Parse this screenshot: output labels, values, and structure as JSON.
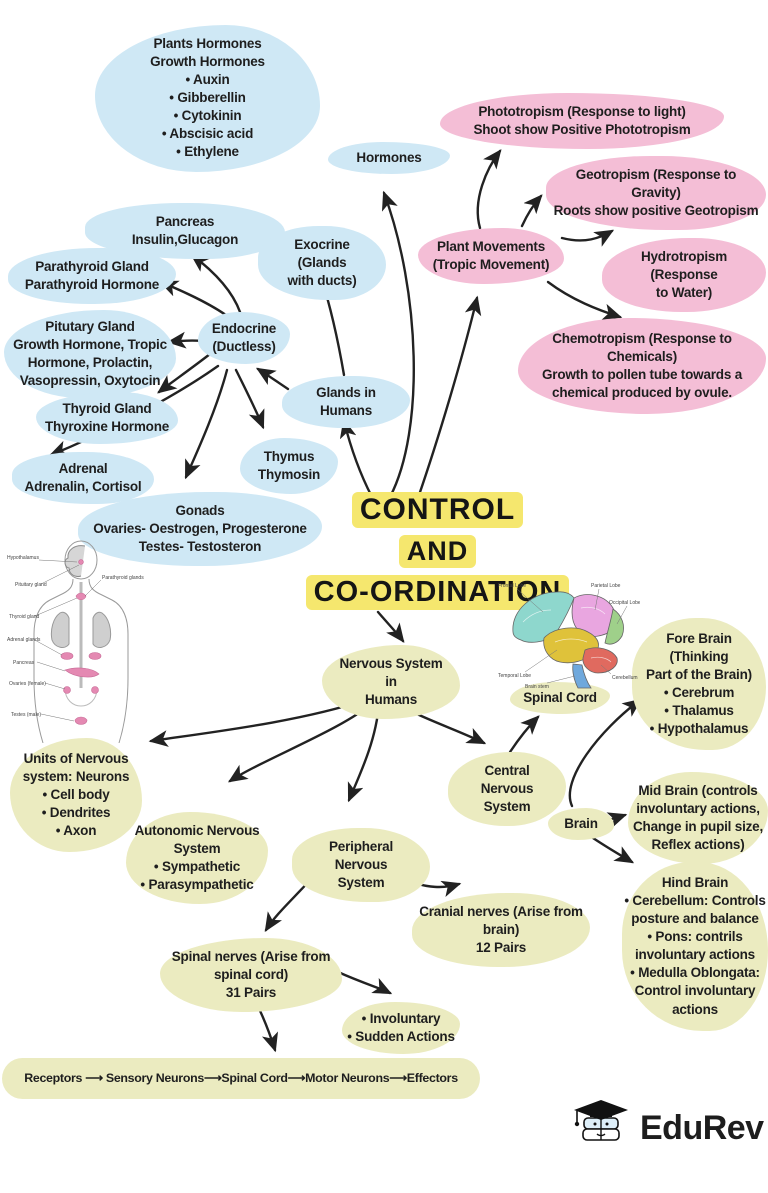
{
  "colors": {
    "blue": "#cfe8f5",
    "pink": "#f4bed6",
    "yellow": "#ebebc0",
    "highlight": "#f5e76e",
    "arrow": "#222222",
    "text": "#1e1e1e"
  },
  "title": {
    "lines": [
      "CONTROL",
      "AND",
      "CO-ORDINATION"
    ]
  },
  "nodes": {
    "plants_hormones": {
      "lines": [
        "Plants Hormones",
        "Growth Hormones",
        "• Auxin",
        "• Gibberellin",
        "• Cytokinin",
        "• Abscisic acid",
        "• Ethylene"
      ]
    },
    "hormones": {
      "lines": [
        "Hormones"
      ]
    },
    "pancreas": {
      "lines": [
        "Pancreas",
        "Insulin,Glucagon"
      ]
    },
    "parathyroid": {
      "lines": [
        "Parathyroid Gland",
        "Parathyroid Hormone"
      ]
    },
    "pituitary": {
      "lines": [
        "Pitutary Gland",
        "Growth Hormone, Tropic",
        "Hormone, Prolactin,",
        "Vasopressin, Oxytocin"
      ]
    },
    "endocrine": {
      "lines": [
        "Endocrine",
        "(Ductless)"
      ]
    },
    "exocrine": {
      "lines": [
        "Exocrine (Glands",
        "with ducts)"
      ]
    },
    "glands_humans": {
      "lines": [
        "Glands in Humans"
      ]
    },
    "thyroid": {
      "lines": [
        "Thyroid Gland",
        "Thyroxine Hormone"
      ]
    },
    "thymus": {
      "lines": [
        "Thymus",
        "Thymosin"
      ]
    },
    "adrenal": {
      "lines": [
        "Adrenal",
        "Adrenalin, Cortisol"
      ]
    },
    "gonads": {
      "lines": [
        "Gonads",
        "Ovaries- Oestrogen, Progesterone",
        "Testes- Testosteron"
      ]
    },
    "phototropism": {
      "lines": [
        "Phototropism (Response to light)",
        "Shoot show Positive Phototropism"
      ]
    },
    "geotropism": {
      "lines": [
        "Geotropism (Response to Gravity)",
        "Roots show positive Geotropism"
      ]
    },
    "plant_movements": {
      "lines": [
        "Plant Movements",
        "(Tropic Movement)"
      ]
    },
    "hydrotropism": {
      "lines": [
        "Hydrotropism (Response",
        "to Water)"
      ]
    },
    "chemotropism": {
      "lines": [
        "Chemotropism (Response to Chemicals)",
        "Growth to pollen tube towards a",
        "chemical produced by ovule."
      ]
    },
    "nervous_system": {
      "lines": [
        "Nervous System in",
        "Humans"
      ]
    },
    "spinal_cord": {
      "lines": [
        "Spinal Cord"
      ]
    },
    "fore_brain": {
      "lines": [
        "Fore Brain (Thinking",
        "Part of the Brain)",
        "• Cerebrum",
        "• Thalamus",
        "• Hypothalamus"
      ]
    },
    "cns": {
      "lines": [
        "Central Nervous",
        "System"
      ]
    },
    "brain": {
      "lines": [
        "Brain"
      ]
    },
    "mid_brain": {
      "lines": [
        "Mid Brain (controls",
        "involuntary actions,",
        "Change in pupil size,",
        "Reflex actions)"
      ]
    },
    "hind_brain": {
      "lines": [
        "Hind Brain",
        "• Cerebellum: Controls",
        "posture and balance",
        "• Pons: contrils",
        "involuntary actions",
        "• Medulla Oblongata:",
        "Control involuntary",
        "actions"
      ]
    },
    "units_neurons": {
      "lines": [
        "Units of Nervous",
        "system: Neurons",
        "• Cell body",
        "• Dendrites",
        "• Axon"
      ]
    },
    "autonomic": {
      "lines": [
        "Autonomic Nervous",
        "System",
        "• Sympathetic",
        "• Parasympathetic"
      ]
    },
    "peripheral": {
      "lines": [
        "Peripheral Nervous",
        "System"
      ]
    },
    "cranial": {
      "lines": [
        "Cranial nerves (Arise from",
        "brain)",
        "12 Pairs"
      ]
    },
    "spinal_nerves": {
      "lines": [
        "Spinal nerves (Arise from",
        "spinal cord)",
        "31 Pairs"
      ]
    },
    "involuntary": {
      "lines": [
        "• Involuntary",
        "• Sudden Actions"
      ]
    },
    "reflex_chain": {
      "lines": [
        "Receptors ⟶ Sensory Neurons⟶Spinal Cord⟶Motor Neurons⟶Effectors"
      ]
    }
  },
  "figures": {
    "anatomy": {
      "labels": [
        "Hypothalamus",
        "Pituitary gland",
        "Parathyroid glands",
        "Thyroid gland",
        "Adrenal glands",
        "Pancreas",
        "Ovaries (female)",
        "Testes (male)"
      ]
    },
    "brain": {
      "labels": [
        "Frontal Lobe",
        "Parietal Lobe",
        "Occipital Lobe",
        "Temporal Lobe",
        "Brain stem",
        "Cerebellum"
      ]
    }
  },
  "logo": {
    "name": "EduRev"
  }
}
